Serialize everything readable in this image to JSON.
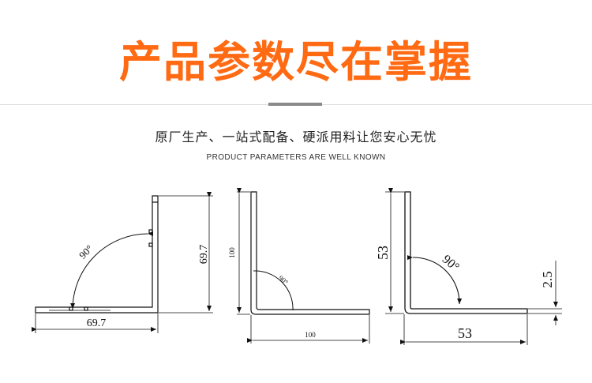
{
  "header": {
    "title": "产品参数尽在掌握",
    "subtitle": "原厂生产、一站式配备、硬派用料让您安心无忧",
    "subtitle_en": "PRODUCT PARAMETERS ARE WELL KNOWN"
  },
  "diagrams": {
    "left": {
      "angle": "90°",
      "height": "69.7",
      "width": "69.7"
    },
    "middle": {
      "angle": "90°",
      "height": "100",
      "width": "100"
    },
    "right": {
      "angle": "90°",
      "height": "53",
      "width": "53",
      "thickness": "2.5"
    }
  },
  "colors": {
    "title": "#ff6a13",
    "line": "#111111"
  }
}
